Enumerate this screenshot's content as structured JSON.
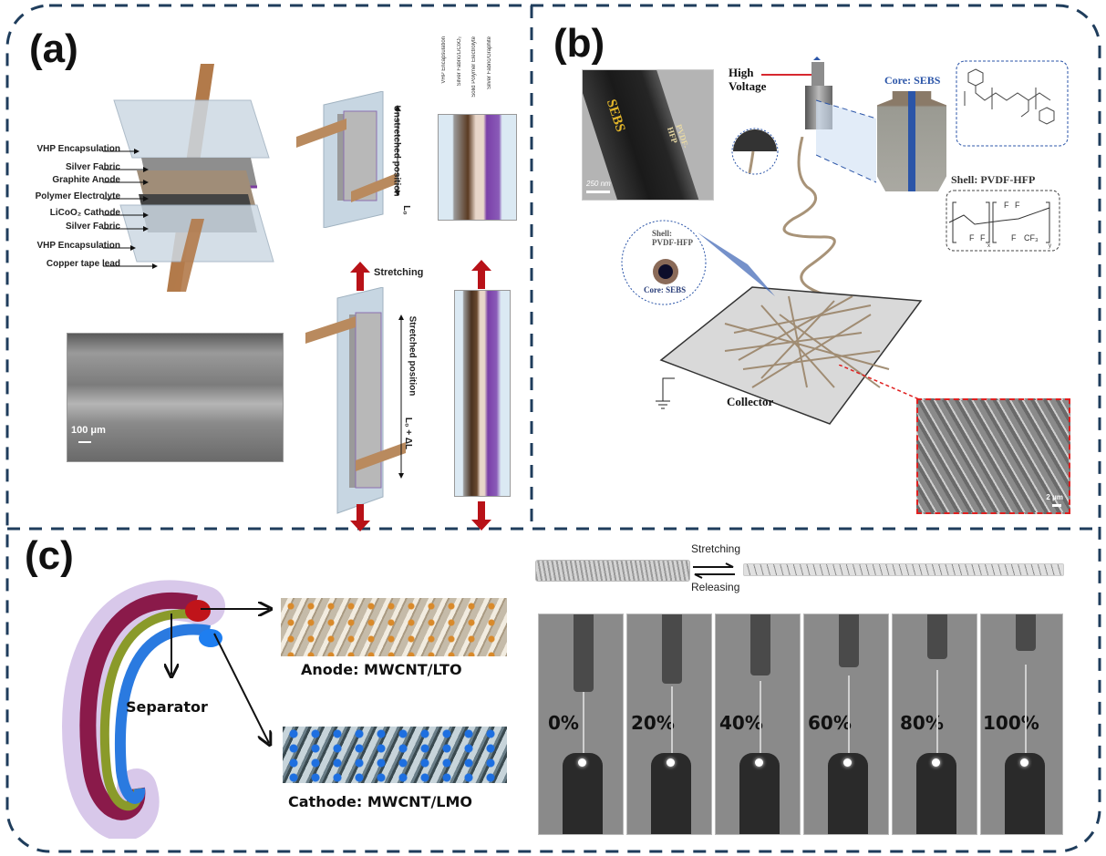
{
  "figure": {
    "panels": {
      "a": {
        "label": "(a)",
        "layer_labels": [
          "VHP Encapsulation",
          "Silver Fabric",
          "Graphite Anode",
          "Polymer Electrolyte",
          "LiCoO₂ Cathode",
          "Silver Fabric",
          "VHP Encapsulation",
          "Copper tape lead"
        ],
        "cross_section_labels": [
          "VHP Encapsulation",
          "Silver Fabric/LiCoO₂",
          "Solid Polymer Electrolyte",
          "Silver Fabric/Graphite"
        ],
        "unstretched_label": "Unstretched position",
        "unstretched_length": "L₀",
        "stretching_label": "Stretching",
        "stretched_label": "Stretched position",
        "stretched_length": "L₀ + ΔL",
        "sem_scale": "100 μm"
      },
      "b": {
        "label": "(b)",
        "tem_core": "SEBS",
        "tem_shell": "PVDF-HFP",
        "tem_scale": "250 nm",
        "high_voltage": "High\nVoltage",
        "high_voltage_line1": "High",
        "high_voltage_line2": "Voltage",
        "core_label": "Core: SEBS",
        "shell_label": "Shell: PVDF-HFP",
        "fiber_shell_line1": "Shell:",
        "fiber_shell_line2": "PVDF-HFP",
        "fiber_core": "Core: SEBS",
        "collector": "Collector",
        "sem_scale": "2 μm",
        "pvdf_formula": {
          "f_top_left": "F",
          "f_top_right": "F",
          "f_bottom_left": "F",
          "f_bottom_right": "F",
          "f3": "F",
          "cf3": "CF₃",
          "sub_x": "x",
          "sub_y": "y"
        }
      },
      "c": {
        "label": "(c)",
        "separator": "Separator",
        "anode": "Anode: MWCNT/LTO",
        "cathode": "Cathode: MWCNT/LMO",
        "stretching": "Stretching",
        "releasing": "Releasing",
        "strain_frames": [
          "0%",
          "20%",
          "40%",
          "60%",
          "80%",
          "100%"
        ]
      }
    },
    "colors": {
      "border": "#1f3d5c",
      "copper": "#b27a4a",
      "encapsulation": "#cfdde8",
      "anode_purple": "#7b3fa0",
      "fiber_tan": "#a89378",
      "core_blue": "#2b55a8",
      "arrow_red": "#c0141a",
      "anode_orange": "#d98a2b",
      "cathode_blue": "#1e6fe0",
      "hv_red": "#d7282f",
      "sem_red_dash": "#e02020"
    }
  }
}
